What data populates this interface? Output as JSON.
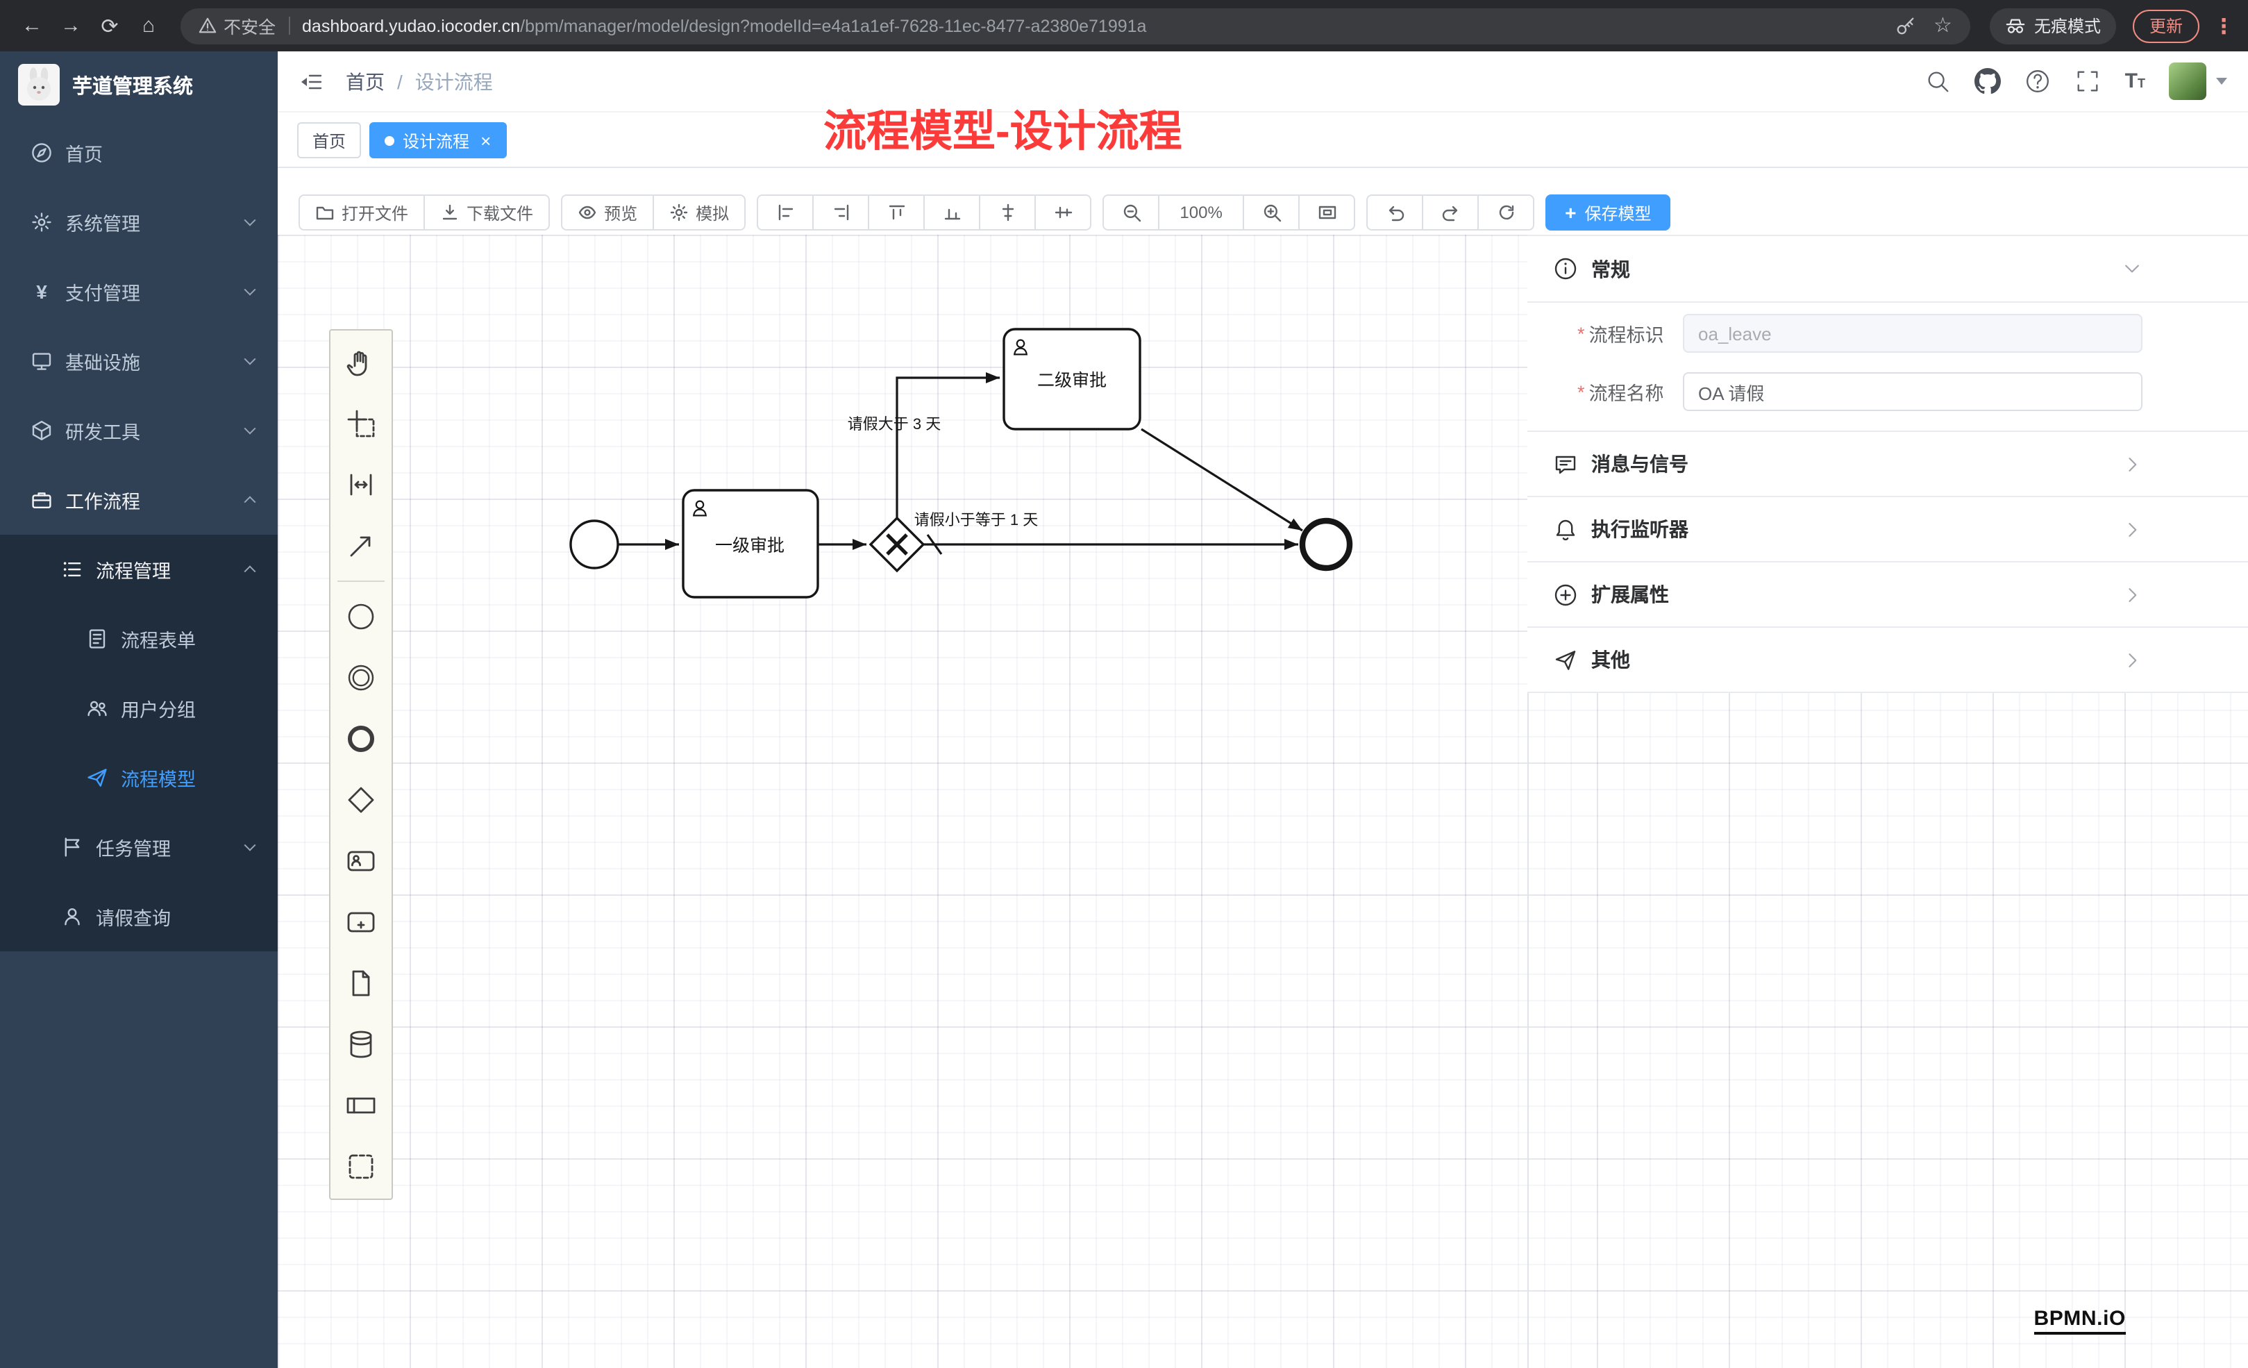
{
  "browser": {
    "security_warning": "不安全",
    "url_host": "dashboard.yudao.iocoder.cn",
    "url_path": "/bpm/manager/model/design?modelId=e4a1a1ef-7628-11ec-8477-a2380e71991a",
    "incognito_label": "无痕模式",
    "update_label": "更新"
  },
  "sidebar": {
    "app_title": "芋道管理系统",
    "items": [
      {
        "label": "首页",
        "icon": "home-icon"
      },
      {
        "label": "系统管理",
        "icon": "gear-icon"
      },
      {
        "label": "支付管理",
        "icon": "payment-icon"
      },
      {
        "label": "基础设施",
        "icon": "infrastructure-icon"
      },
      {
        "label": "研发工具",
        "icon": "dev-tools-icon"
      },
      {
        "label": "工作流程",
        "icon": "workflow-icon"
      },
      {
        "label": "流程管理",
        "icon": "process-management-icon"
      },
      {
        "label": "流程表单",
        "icon": "form-icon"
      },
      {
        "label": "用户分组",
        "icon": "user-group-icon"
      },
      {
        "label": "流程模型",
        "icon": "process-model-icon"
      },
      {
        "label": "任务管理",
        "icon": "task-management-icon"
      },
      {
        "label": "请假查询",
        "icon": "person-icon"
      }
    ]
  },
  "header": {
    "breadcrumb_home": "首页",
    "breadcrumb_separator": "/",
    "breadcrumb_current": "设计流程",
    "annotation": "流程模型-设计流程"
  },
  "tabs": {
    "home": "首页",
    "active": "设计流程"
  },
  "toolbar": {
    "open_file": "打开文件",
    "download_file": "下载文件",
    "preview": "预览",
    "simulate": "模拟",
    "zoom_level": "100%",
    "save_model": "保存模型"
  },
  "diagram": {
    "task_level1": "一级审批",
    "task_level2": "二级审批",
    "flow_condition_gt3": "请假大于 3 天",
    "flow_condition_le1": "请假小于等于 1 天"
  },
  "properties": {
    "general": "常规",
    "required_marker": "*",
    "process_key_label": "流程标识",
    "process_key_value": "oa_leave",
    "process_name_label": "流程名称",
    "process_name_value": "OA 请假",
    "section_messages": "消息与信号",
    "section_listeners": "执行监听器",
    "section_extensions": "扩展属性",
    "section_other": "其他"
  },
  "footer": {
    "bpmn_logo": "BPMN.iO"
  },
  "colors": {
    "accent": "#409eff",
    "sidebar_bg": "#304156",
    "submenu_bg": "#1f2d3d",
    "annotation_red": "#fb3a3a"
  }
}
